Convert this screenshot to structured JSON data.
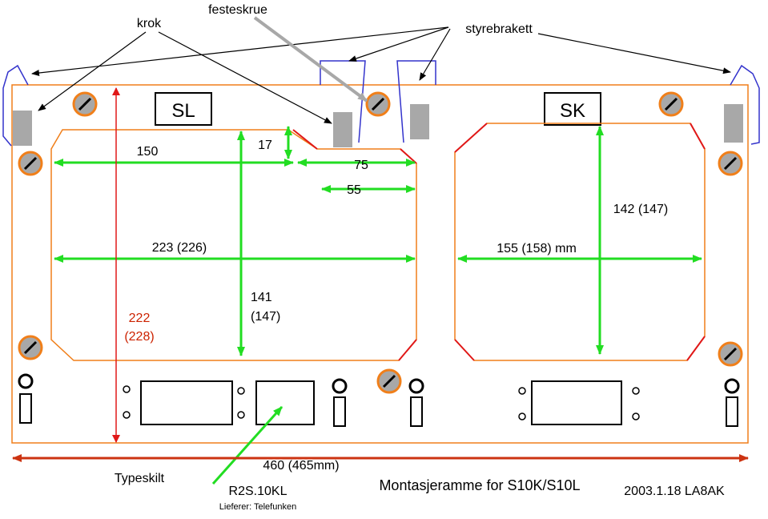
{
  "callouts": {
    "krok": "krok",
    "festeskrue": "festeskrue",
    "styrebrakett": "styrebrakett",
    "typeskilt": "Typeskilt"
  },
  "panels": {
    "left": "SL",
    "right": "SK"
  },
  "dimensions": {
    "d150": "150",
    "d17": "17",
    "d75": "75",
    "d55": "55",
    "d223": "223 (226)",
    "d141a": "141",
    "d141b": "(147)",
    "d222a": "222",
    "d222b": "(228)",
    "d142": "142 (147)",
    "d155": "155 (158) mm",
    "d460": "460 (465mm)"
  },
  "footer": {
    "part": "R2S.10KL",
    "supplier": "Lieferer: Telefunken",
    "title": "Montasjeramme for S10K/S10L",
    "date": "2003.1.18 LA8AK"
  },
  "colors": {
    "frame": "#f07f1a",
    "dimension": "#22dd22",
    "height": "#e01818",
    "width": "#cc3311",
    "bracket": "#3333cc",
    "hook": "#a8a8a8",
    "screw": "#f07f1a"
  }
}
